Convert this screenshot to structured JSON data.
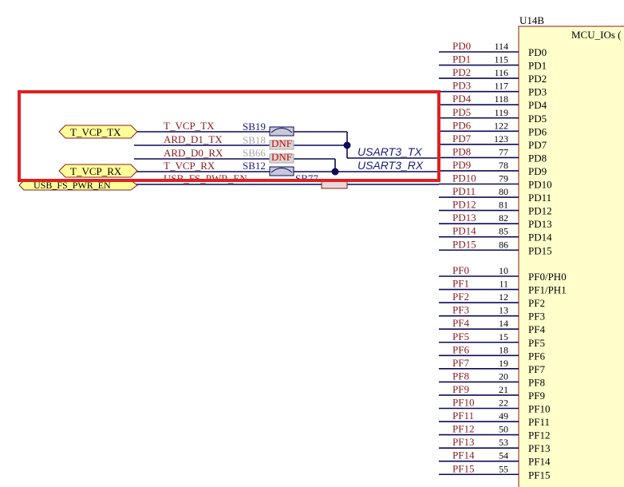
{
  "chip": {
    "designator": "U14B",
    "title": "MCU_IOs (",
    "pd_pins": [
      {
        "name": "PD0",
        "num": "114",
        "port": "PD0"
      },
      {
        "name": "PD1",
        "num": "115",
        "port": "PD1"
      },
      {
        "name": "PD2",
        "num": "116",
        "port": "PD2"
      },
      {
        "name": "PD3",
        "num": "117",
        "port": "PD3"
      },
      {
        "name": "PD4",
        "num": "118",
        "port": "PD4"
      },
      {
        "name": "PD5",
        "num": "119",
        "port": "PD5"
      },
      {
        "name": "PD6",
        "num": "122",
        "port": "PD6"
      },
      {
        "name": "PD7",
        "num": "123",
        "port": "PD7"
      },
      {
        "name": "PD8",
        "num": "77",
        "port": "PD8"
      },
      {
        "name": "PD9",
        "num": "78",
        "port": "PD9"
      },
      {
        "name": "PD10",
        "num": "79",
        "port": "PD10"
      },
      {
        "name": "PD11",
        "num": "80",
        "port": "PD11"
      },
      {
        "name": "PD12",
        "num": "81",
        "port": "PD12"
      },
      {
        "name": "PD13",
        "num": "82",
        "port": "PD13"
      },
      {
        "name": "PD14",
        "num": "85",
        "port": "PD14"
      },
      {
        "name": "PD15",
        "num": "86",
        "port": "PD15"
      }
    ],
    "pf_pins": [
      {
        "name": "PF0",
        "num": "10",
        "port": "PF0/PH0"
      },
      {
        "name": "PF1",
        "num": "11",
        "port": "PF1/PH1"
      },
      {
        "name": "PF2",
        "num": "12",
        "port": "PF2"
      },
      {
        "name": "PF3",
        "num": "13",
        "port": "PF3"
      },
      {
        "name": "PF4",
        "num": "14",
        "port": "PF4"
      },
      {
        "name": "PF5",
        "num": "15",
        "port": "PF5"
      },
      {
        "name": "PF6",
        "num": "18",
        "port": "PF6"
      },
      {
        "name": "PF7",
        "num": "19",
        "port": "PF7"
      },
      {
        "name": "PF8",
        "num": "20",
        "port": "PF8"
      },
      {
        "name": "PF9",
        "num": "21",
        "port": "PF9"
      },
      {
        "name": "PF10",
        "num": "22",
        "port": "PF10"
      },
      {
        "name": "PF11",
        "num": "49",
        "port": "PF11"
      },
      {
        "name": "PF12",
        "num": "50",
        "port": "PF12"
      },
      {
        "name": "PF13",
        "num": "53",
        "port": "PF13"
      },
      {
        "name": "PF14",
        "num": "54",
        "port": "PF14"
      },
      {
        "name": "PF15",
        "num": "55",
        "port": "PF15"
      }
    ]
  },
  "ports": {
    "tx": "T_VCP_TX",
    "rx": "T_VCP_RX",
    "usb": "USB_FS_PWR_EN"
  },
  "nets": {
    "t_vcp_tx": "T_VCP_TX",
    "ard_d1_tx": "ARD_D1_TX",
    "ard_d0_rx": "ARD_D0_RX",
    "t_vcp_rx": "T_VCP_RX",
    "usb_fs_pwr_en": "USB_FS_PWR_EN"
  },
  "bridges": {
    "sb19": "SB19",
    "sb18": "SB18",
    "sb66": "SB66",
    "sb12": "SB12",
    "sb77": "SB77",
    "dnf1": "DNF",
    "dnf2": "DNF"
  },
  "usart": {
    "tx": "USART3_TX",
    "rx": "USART3_RX"
  },
  "colors": {
    "wire": "#0a0a5a",
    "highlight": "#e02020",
    "port_fill": "#ffff99",
    "chip_fill": "#ffffcc"
  }
}
